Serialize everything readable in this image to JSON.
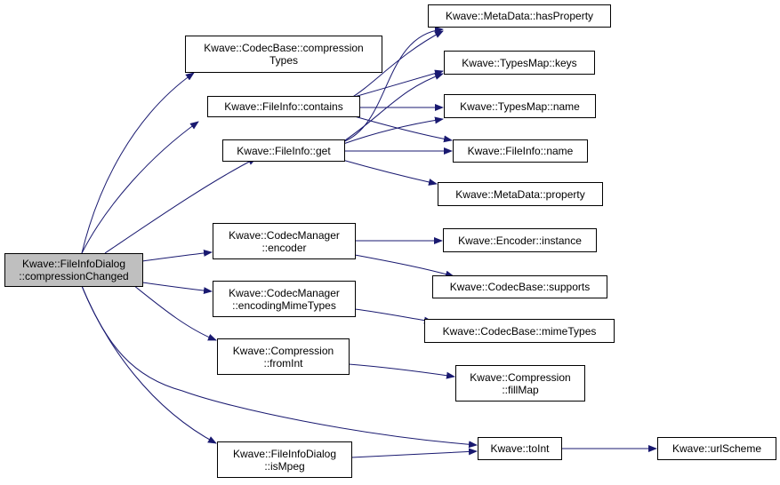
{
  "colors": {
    "edge": "#191970",
    "node_border": "#000000",
    "root_fill": "#bfbfbf",
    "node_fill": "#ffffff"
  },
  "nodes": {
    "root": {
      "l1": "Kwave::FileInfoDialog",
      "l2": "::compressionChanged"
    },
    "compressionTypes": {
      "l1": "Kwave::CodecBase::compression",
      "l2": "Types"
    },
    "contains": {
      "l1": "Kwave::FileInfo::contains"
    },
    "get": {
      "l1": "Kwave::FileInfo::get"
    },
    "encoder": {
      "l1": "Kwave::CodecManager",
      "l2": "::encoder"
    },
    "encodingMime": {
      "l1": "Kwave::CodecManager",
      "l2": "::encodingMimeTypes"
    },
    "fromInt": {
      "l1": "Kwave::Compression",
      "l2": "::fromInt"
    },
    "isMpeg": {
      "l1": "Kwave::FileInfoDialog",
      "l2": "::isMpeg"
    },
    "hasProperty": {
      "l1": "Kwave::MetaData::hasProperty"
    },
    "keys": {
      "l1": "Kwave::TypesMap::keys"
    },
    "tmName": {
      "l1": "Kwave::TypesMap::name"
    },
    "fiName": {
      "l1": "Kwave::FileInfo::name"
    },
    "property": {
      "l1": "Kwave::MetaData::property"
    },
    "instance": {
      "l1": "Kwave::Encoder::instance"
    },
    "supports": {
      "l1": "Kwave::CodecBase::supports"
    },
    "mimeTypes": {
      "l1": "Kwave::CodecBase::mimeTypes"
    },
    "fillMap": {
      "l1": "Kwave::Compression",
      "l2": "::fillMap"
    },
    "toInt": {
      "l1": "Kwave::toInt"
    },
    "urlScheme": {
      "l1": "Kwave::urlScheme"
    }
  }
}
